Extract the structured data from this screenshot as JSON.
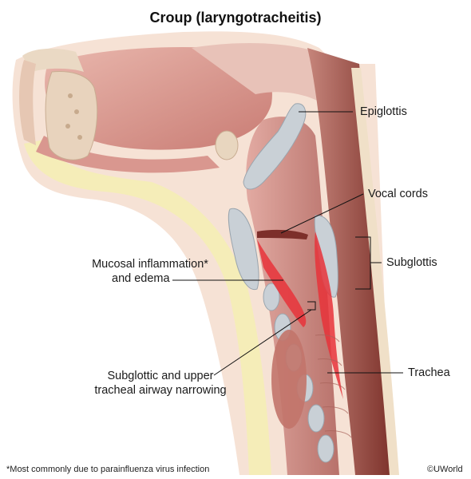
{
  "title": "Croup (laryngotracheitis)",
  "labels": {
    "epiglottis": "Epiglottis",
    "vocal_cords": "Vocal cords",
    "subglottis": "Subglottis",
    "mucosal_line1": "Mucosal inflammation*",
    "mucosal_line2": "and edema",
    "narrowing_line1": "Subglottic and upper",
    "narrowing_line2": "tracheal airway narrowing",
    "trachea": "Trachea"
  },
  "footnote": "*Most commonly due to parainfluenza virus infection",
  "copyright": "©UWorld",
  "colors": {
    "skin": "#f3d9c8",
    "fat": "#f5edb8",
    "muscle": "#d79b95",
    "airway": "#c98a84",
    "cartilage": "#c9d0d6",
    "inflammation": "#e8323a",
    "bone": "#ead9c4"
  }
}
